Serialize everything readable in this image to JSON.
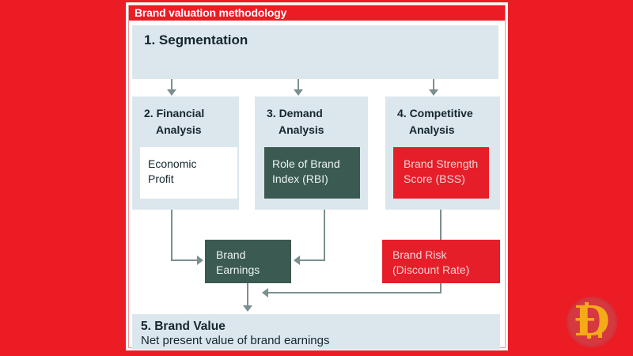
{
  "panel": {
    "title": "Brand valuation methodology"
  },
  "flow": {
    "segmentation": {
      "label": "1. Segmentation"
    },
    "columns": [
      {
        "heading_line1": "2. Financial",
        "heading_line2": "Analysis",
        "box_line1": "Economic",
        "box_line2": "Profit",
        "box_style": "white"
      },
      {
        "heading_line1": "3. Demand",
        "heading_line2": "Analysis",
        "box_line1": "Role of Brand",
        "box_line2": "Index (RBI)",
        "box_style": "teal"
      },
      {
        "heading_line1": "4. Competitive",
        "heading_line2": "Analysis",
        "box_line1": "Brand Strength",
        "box_line2": "Score (BSS)",
        "box_style": "red"
      }
    ],
    "brand_earnings": {
      "line1": "Brand",
      "line2": "Earnings"
    },
    "brand_risk": {
      "line1": "Brand Risk",
      "line2": "(Discount Rate)"
    },
    "brand_value": {
      "title": "5. Brand Value",
      "subtitle": "Net present value of brand earnings"
    },
    "connections": [
      "segmentation -> financial-analysis",
      "segmentation -> demand-analysis",
      "segmentation -> competitive-analysis",
      "economic-profit -> brand-earnings",
      "role-of-brand-index -> brand-earnings",
      "brand-strength-score -> brand-risk",
      "brand-risk -> brand-value",
      "brand-earnings -> brand-value"
    ]
  },
  "logo": {
    "letter": "Đ"
  },
  "colors": {
    "background_red": "#EC1C24",
    "panel_white": "#FFFFFF",
    "step_box_blue": "#DCE7ED",
    "teal_box": "#3B5A52",
    "red_box": "#E61E29",
    "arrow_gray": "#7C8F8F",
    "text_dark": "#15262E",
    "coin_red": "#D5393F",
    "coin_gold": "#F5AA1A"
  }
}
